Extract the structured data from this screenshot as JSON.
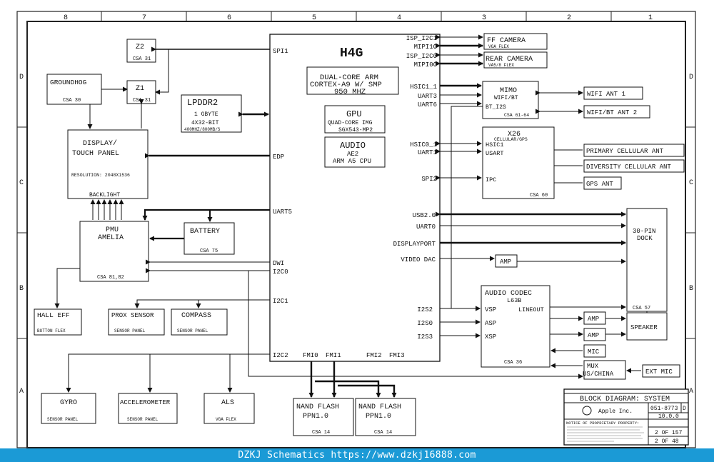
{
  "border": {
    "columns": [
      "8",
      "7",
      "6",
      "5",
      "4",
      "3",
      "2",
      "1"
    ],
    "rows": [
      "D",
      "C",
      "B",
      "A"
    ]
  },
  "soc": {
    "name": "H4G",
    "cpu_line1": "DUAL-CORE ARM",
    "cpu_line2": "CORTEX-A9 W/ SMP",
    "cpu_line3": "950 MHZ",
    "gpu_title": "GPU",
    "gpu_line1": "QUAD-CORE IMG",
    "gpu_line2": "SGX543-MP2",
    "audio_title": "AUDIO",
    "audio_line1": "AE2",
    "audio_line2": "ARM A5 CPU",
    "port_spi1": "SPI1",
    "port_edp": "EDP",
    "port_uart5": "UART5",
    "port_dwi": "DWI",
    "port_i2c0": "I2C0",
    "port_i2c1": "I2C1",
    "port_i2c2": "I2C2",
    "port_fmi0": "FMI0",
    "port_fmi1": "FMI1",
    "port_fmi2": "FMI2",
    "port_fmi3": "FMI3",
    "port_isp_i2c1": "ISP_I2C1",
    "port_mipi1c": "MIPI1C",
    "port_isp_i2c0": "ISP_I2C0",
    "port_mipi0c": "MIPI0C",
    "port_hsic1_1": "HSIC1_1",
    "port_uart3": "UART3",
    "port_uart6": "UART6",
    "port_hsic0_1": "HSIC0_1",
    "port_uart1": "UART1",
    "port_spi2": "SPI2",
    "port_usb": "USB2.0",
    "port_uart0": "UART0",
    "port_dp": "DISPLAYPORT",
    "port_vdac": "VIDEO DAC",
    "port_i2s2": "I2S2",
    "port_i2s0": "I2S0",
    "port_i2s3": "I2S3"
  },
  "blocks": {
    "z2": {
      "title": "Z2",
      "ref": "CSA 31"
    },
    "z1": {
      "title": "Z1",
      "ref": "CSA 31"
    },
    "groundhog": {
      "title": "GROUNDHOG",
      "ref": "CSA 30"
    },
    "lpddr2": {
      "title": "LPDDR2",
      "line1": "1 GBYTE",
      "line2": "4X32-BIT",
      "line3": "400MHZ/800MB/S"
    },
    "display": {
      "title1": "DISPLAY/",
      "title2": "TOUCH PANEL",
      "line1": "RESOLUTION: 2048X1536",
      "line2": "BACKLIGHT"
    },
    "pmu": {
      "title1": "PMU",
      "title2": "AMELIA",
      "ref": "CSA 81,82"
    },
    "battery": {
      "title": "BATTERY",
      "ref": "CSA 75"
    },
    "hall": {
      "title": "HALL EFF",
      "sub": "BUTTON FLEX"
    },
    "prox": {
      "title": "PROX SENSOR",
      "sub": "SENSOR PANEL"
    },
    "compass": {
      "title": "COMPASS",
      "sub": "SENSOR PANEL"
    },
    "gyro": {
      "title": "GYRO",
      "sub": "SENSOR PANEL"
    },
    "accel": {
      "title": "ACCELEROMETER",
      "sub": "SENSOR PANEL"
    },
    "als": {
      "title": "ALS",
      "sub": "VGA FLEX"
    },
    "nand_a": {
      "title1": "NAND FLASH",
      "title2": "PPN1.0",
      "ref": "CSA 14"
    },
    "nand_b": {
      "title1": "NAND FLASH",
      "title2": "PPN1.0",
      "ref": "CSA 14"
    },
    "ffcam": {
      "title": "FF CAMERA",
      "sub": "VGA FLEX"
    },
    "rearcam": {
      "title": "REAR CAMERA",
      "sub": "VA5/8 FLEX"
    },
    "mimo": {
      "title": "MIMO",
      "line1": "WIFI/BT",
      "port": "BT_I2S",
      "ref": "CSA 61-64"
    },
    "wifi1": {
      "title": "WIFI ANT 1"
    },
    "wifi2": {
      "title": "WIFI/BT ANT 2"
    },
    "x26": {
      "title": "X26",
      "line1": "CELLULAR/GPS",
      "port_hsic1": "HSIC1",
      "port_usart": "USART",
      "port_ipc": "IPC",
      "ref": "CSA 60"
    },
    "primary_ant": {
      "title": "PRIMARY CELLULAR ANT"
    },
    "diversity_ant": {
      "title": "DIVERSITY CELLULAR ANT"
    },
    "gps_ant": {
      "title": "GPS ANT"
    },
    "dock": {
      "title1": "30-PIN",
      "title2": "DOCK",
      "ref": "CSA 57"
    },
    "amp_video": {
      "title": "AMP"
    },
    "codec": {
      "title": "AUDIO CODEC",
      "line1": "L63B",
      "port_vsp": "VSP",
      "port_asp": "ASP",
      "port_xsp": "XSP",
      "port_lineout": "LINEOUT",
      "ref": "CSA 36"
    },
    "amp1": {
      "title": "AMP"
    },
    "amp2": {
      "title": "AMP"
    },
    "speaker": {
      "title": "SPEAKER"
    },
    "mic": {
      "title": "MIC"
    },
    "mux": {
      "title1": "MUX",
      "title2": "US/CHINA"
    },
    "extmic": {
      "title": "EXT MIC"
    }
  },
  "title_block": {
    "diagram": "BLOCK DIAGRAM: SYSTEM",
    "drawing_no": "051-8773",
    "rev": "D",
    "version": "10.0.0",
    "company": "Apple Inc.",
    "notice": "NOTICE OF PROPRIETARY PROPERTY:",
    "sheet1": "2 OF 157",
    "sheet2": "2 OF 48"
  },
  "footer": {
    "text": "DZKJ Schematics https://www.dzkj16888.com"
  }
}
